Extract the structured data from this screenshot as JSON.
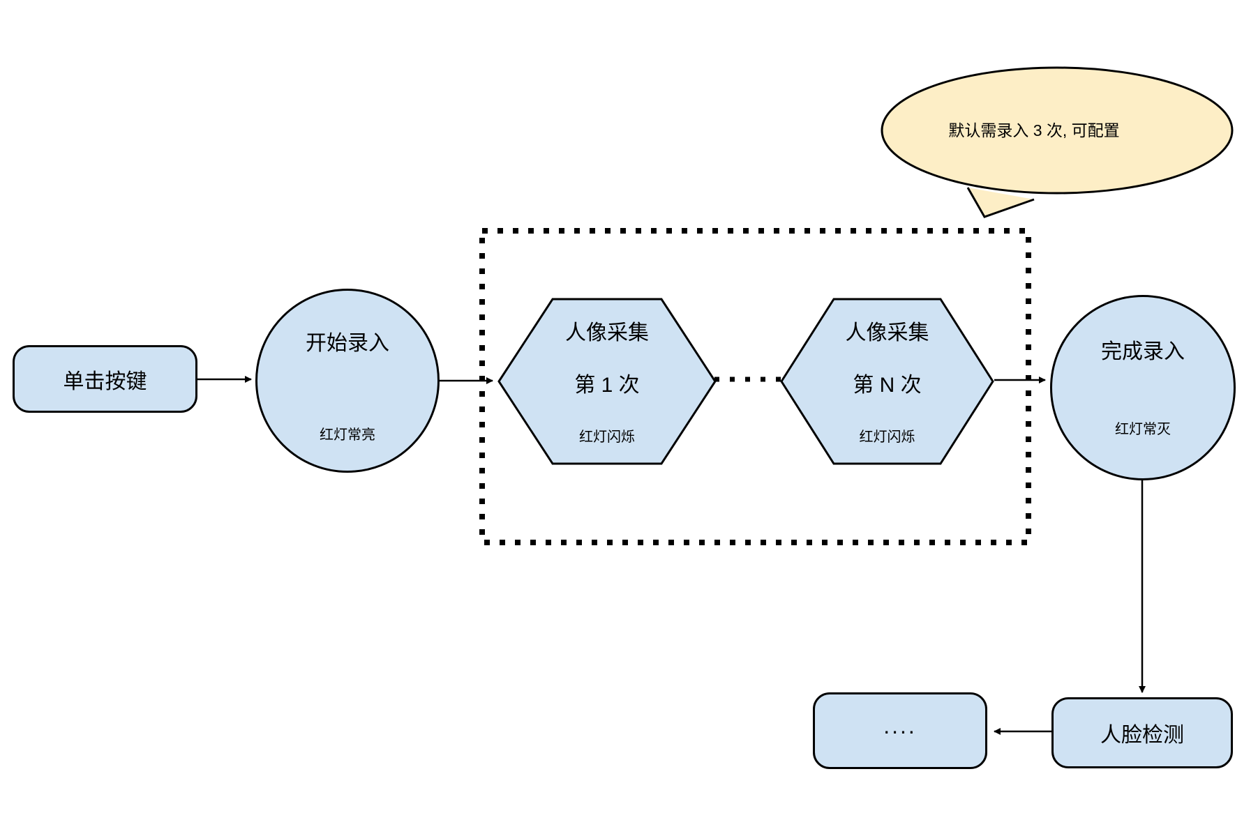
{
  "diagram": {
    "nodes": {
      "press_button": {
        "label": "单击按键"
      },
      "start_record": {
        "label": "开始录入",
        "sublabel": "红灯常亮"
      },
      "capture_first": {
        "line1": "人像采集",
        "line2": "第 1 次",
        "sublabel": "红灯闪烁"
      },
      "capture_nth": {
        "line1": "人像采集",
        "line2": "第 N 次",
        "sublabel": "红灯闪烁"
      },
      "finish_record": {
        "label": "完成录入",
        "sublabel": "红灯常灭"
      },
      "ellipsis_box": {
        "label": "...."
      },
      "face_detect": {
        "label": "人脸检测"
      }
    },
    "callout": {
      "text": "默认需录入 3 次, 可配置"
    },
    "colors": {
      "node_fill": "#cfe2f3",
      "node_stroke": "#000000",
      "callout_fill": "#fdeec6",
      "background": "#ffffff"
    }
  }
}
